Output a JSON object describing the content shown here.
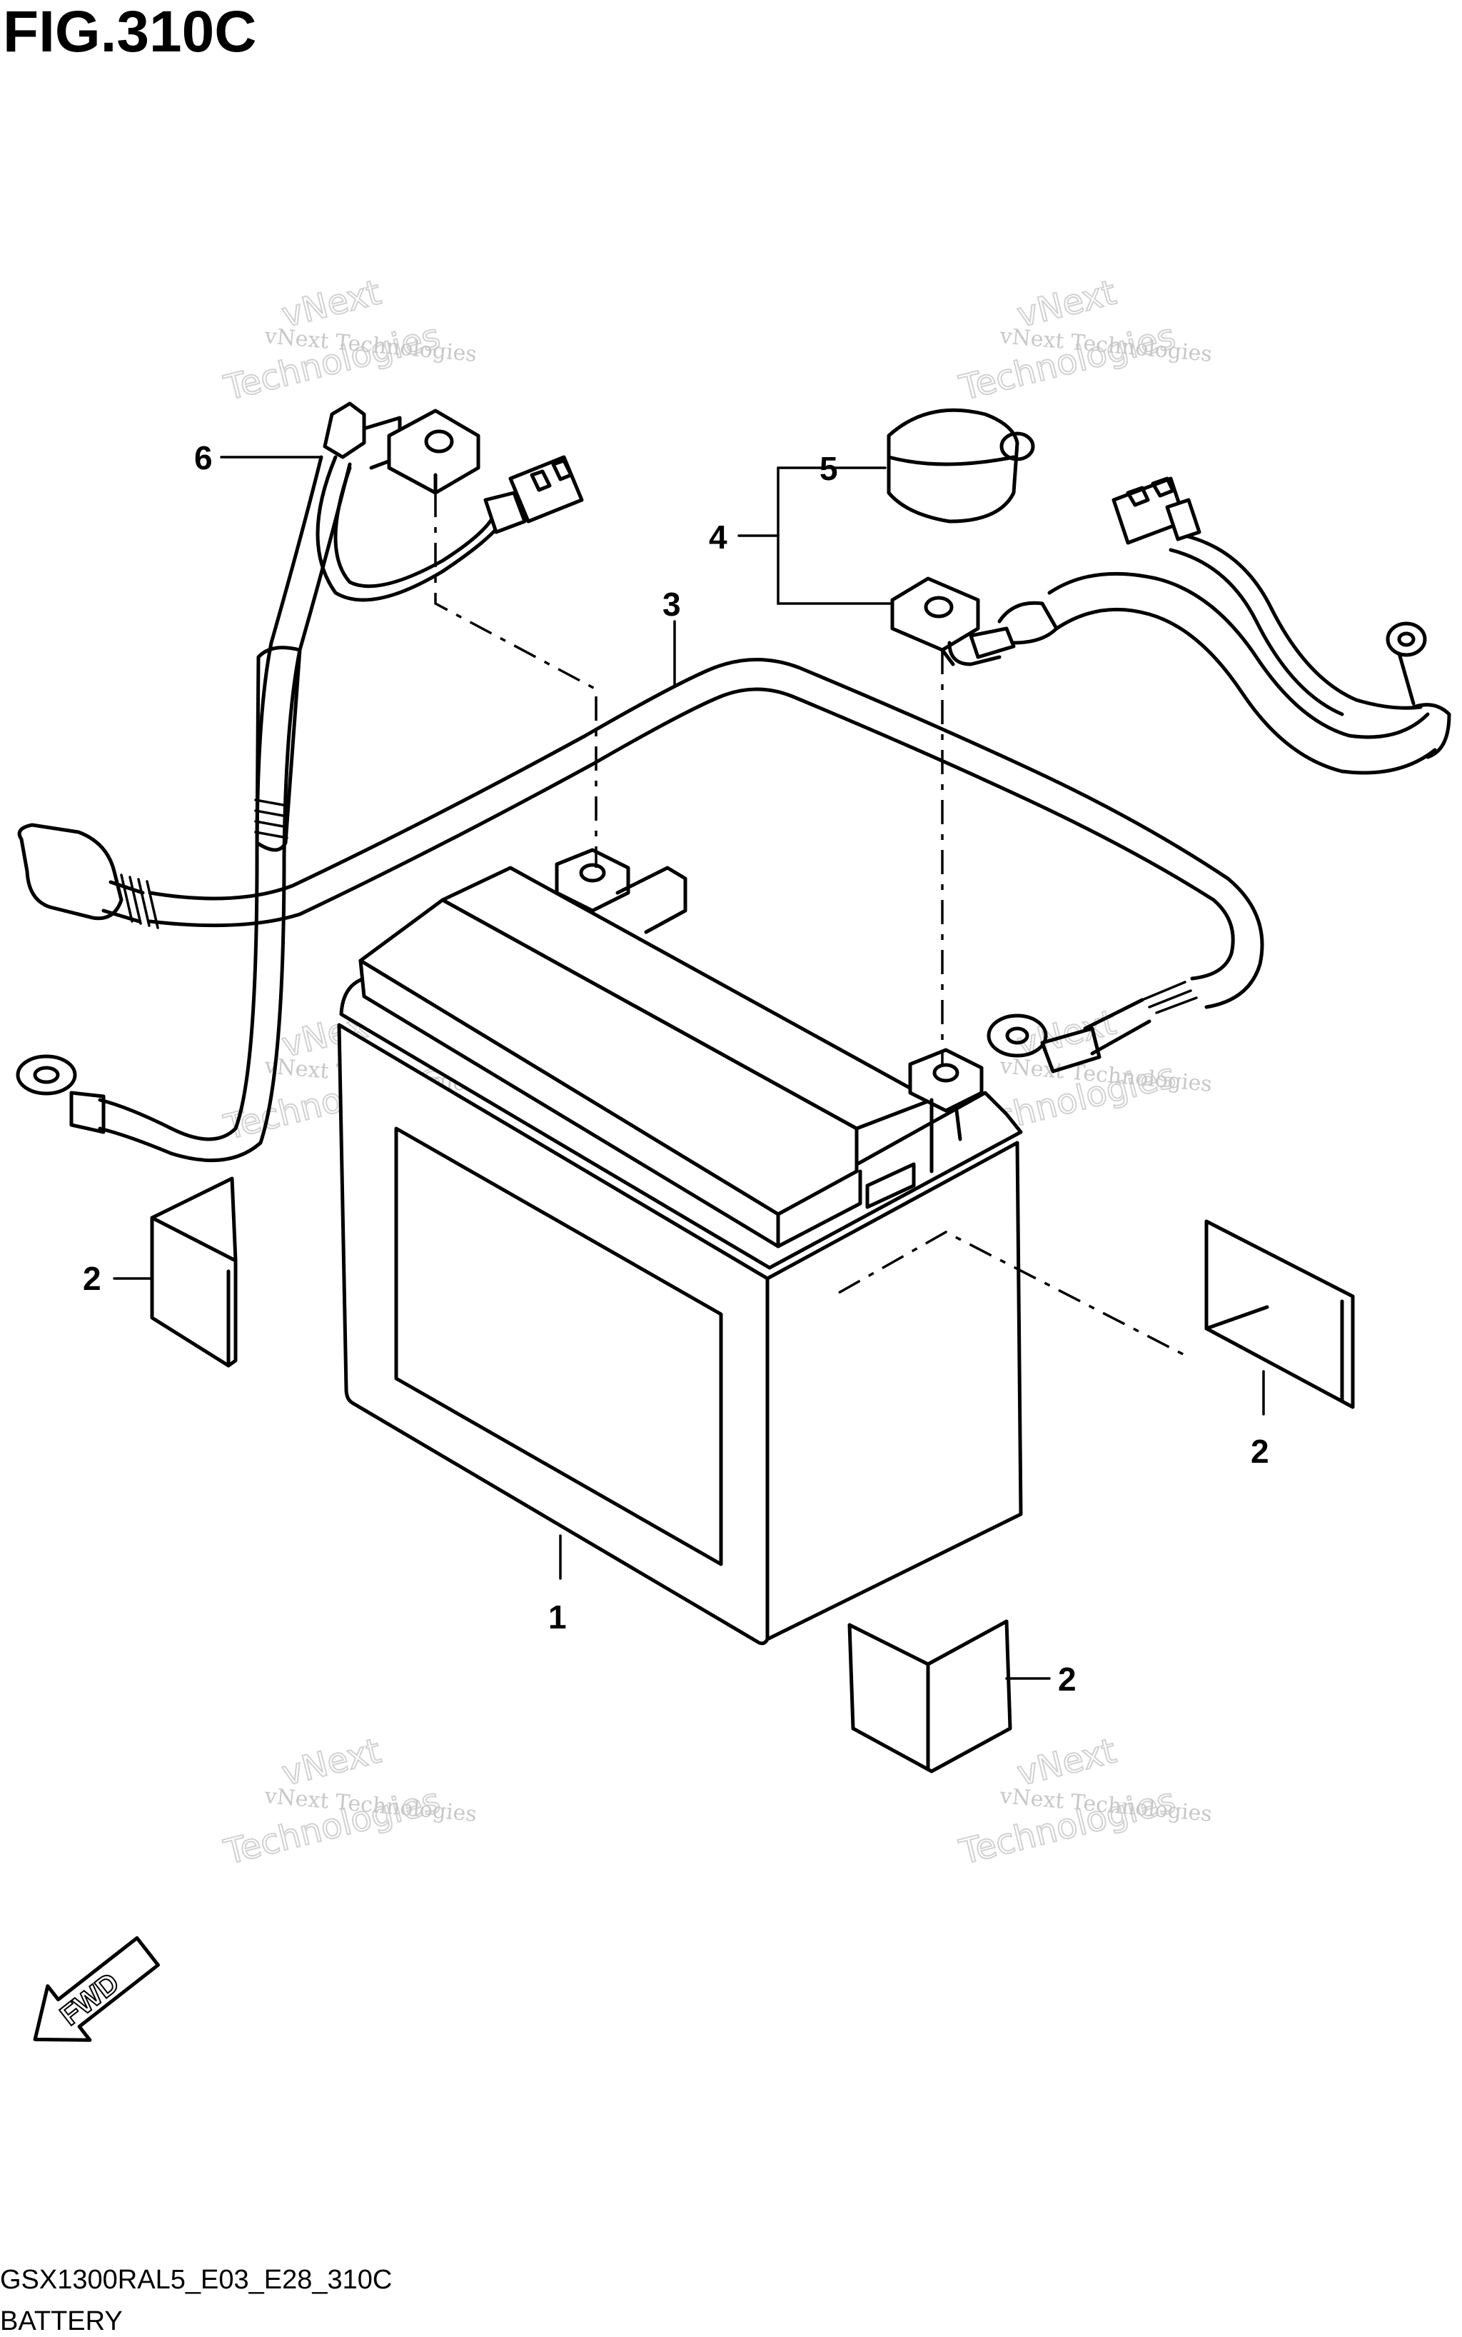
{
  "figure": {
    "title": "FIG.310C",
    "code": "GSX1300RAL5_E03_E28_310C",
    "name": "BATTERY",
    "fwd_label": "FWD"
  },
  "watermark": {
    "line1": "vNext Technologies",
    "line2": "vNext",
    "line3": "Technologies"
  },
  "callouts": [
    {
      "id": "1",
      "label": "1"
    },
    {
      "id": "2",
      "label": "2"
    },
    {
      "id": "3",
      "label": "3"
    },
    {
      "id": "4",
      "label": "4"
    },
    {
      "id": "5",
      "label": "5"
    },
    {
      "id": "6",
      "label": "6"
    }
  ]
}
